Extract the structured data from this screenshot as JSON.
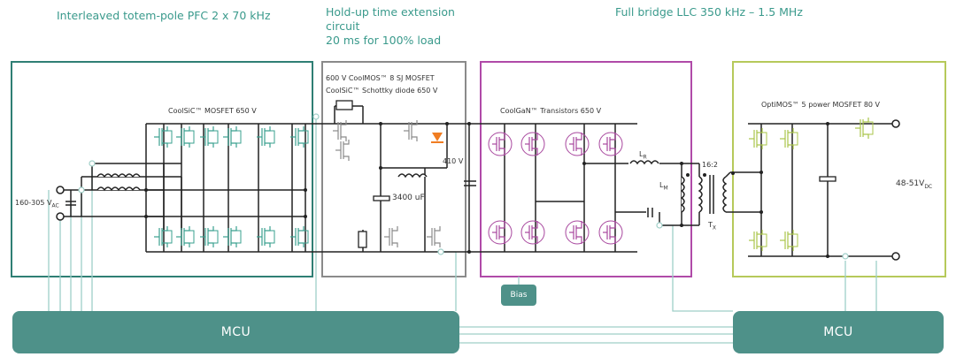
{
  "headers": {
    "pfc": "Interleaved totem-pole PFC 2 x 70 kHz",
    "holdup": [
      "Hold-up time extension",
      "circuit",
      "20 ms for 100% load"
    ],
    "llc": "Full bridge LLC 350 kHz – 1.5 MHz"
  },
  "labels": {
    "coolsic_mosfet": "CoolSiC™ MOSFET 650 V",
    "coolmos": "600 V CoolMOS™ 8 SJ MOSFET",
    "coolsic_diode": "CoolSiC™ Schottky diode 650 V",
    "coolgan": "CoolGaN™ Transistors  650 V",
    "optimos": "OptiMOS™ 5 power MOSFET 80 V",
    "input_voltage": "160-305 V",
    "input_voltage_sub": "AC",
    "bus_voltage": "410 V",
    "capacitor": "3400 uF",
    "lr": "L",
    "lr_sub": "R",
    "lm": "L",
    "lm_sub": "M",
    "ratio": "16:2",
    "tx": "T",
    "tx_sub": "X",
    "output_voltage": "48-51V",
    "output_voltage_sub": "DC"
  },
  "blocks": {
    "mcu_left": "MCU",
    "mcu_right": "MCU",
    "bias": "Bias"
  },
  "colors": {
    "pfc_border": "#2f7f74",
    "holdup_border": "#8a8a8a",
    "llc_border": "#b04aa8",
    "output_border": "#b6c95a",
    "sic_switch": "#3aa08f",
    "gan_switch": "#a8479e",
    "optimos_switch": "#a9c44a",
    "diode": "#f07d22",
    "mcu": "#4e9189",
    "wire": "#222222",
    "signal": "#9fcfc8"
  }
}
